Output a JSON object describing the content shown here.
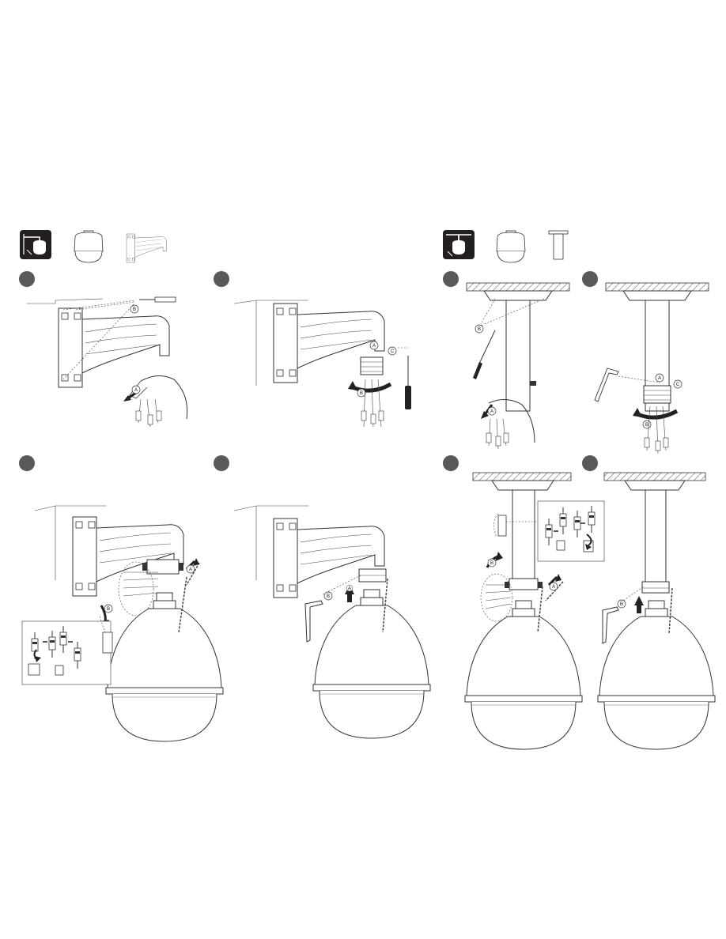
{
  "wall_mount": {
    "steps": [
      {
        "callouts": [
          "B",
          "A"
        ]
      },
      {
        "callouts": [
          "A",
          "C",
          "B"
        ]
      },
      {
        "callouts": [
          "B",
          "A"
        ]
      },
      {
        "callouts": [
          "B",
          "A"
        ]
      }
    ]
  },
  "ceiling_mount": {
    "steps": [
      {
        "callouts": [
          "B",
          "A"
        ]
      },
      {
        "callouts": [
          "A",
          "C",
          "B"
        ]
      },
      {
        "callouts": [
          "A",
          "B"
        ]
      },
      {
        "callouts": [
          "B"
        ]
      }
    ]
  },
  "colors": {
    "badge": "#58595b",
    "line": "#333333",
    "hatch": "#888888"
  }
}
